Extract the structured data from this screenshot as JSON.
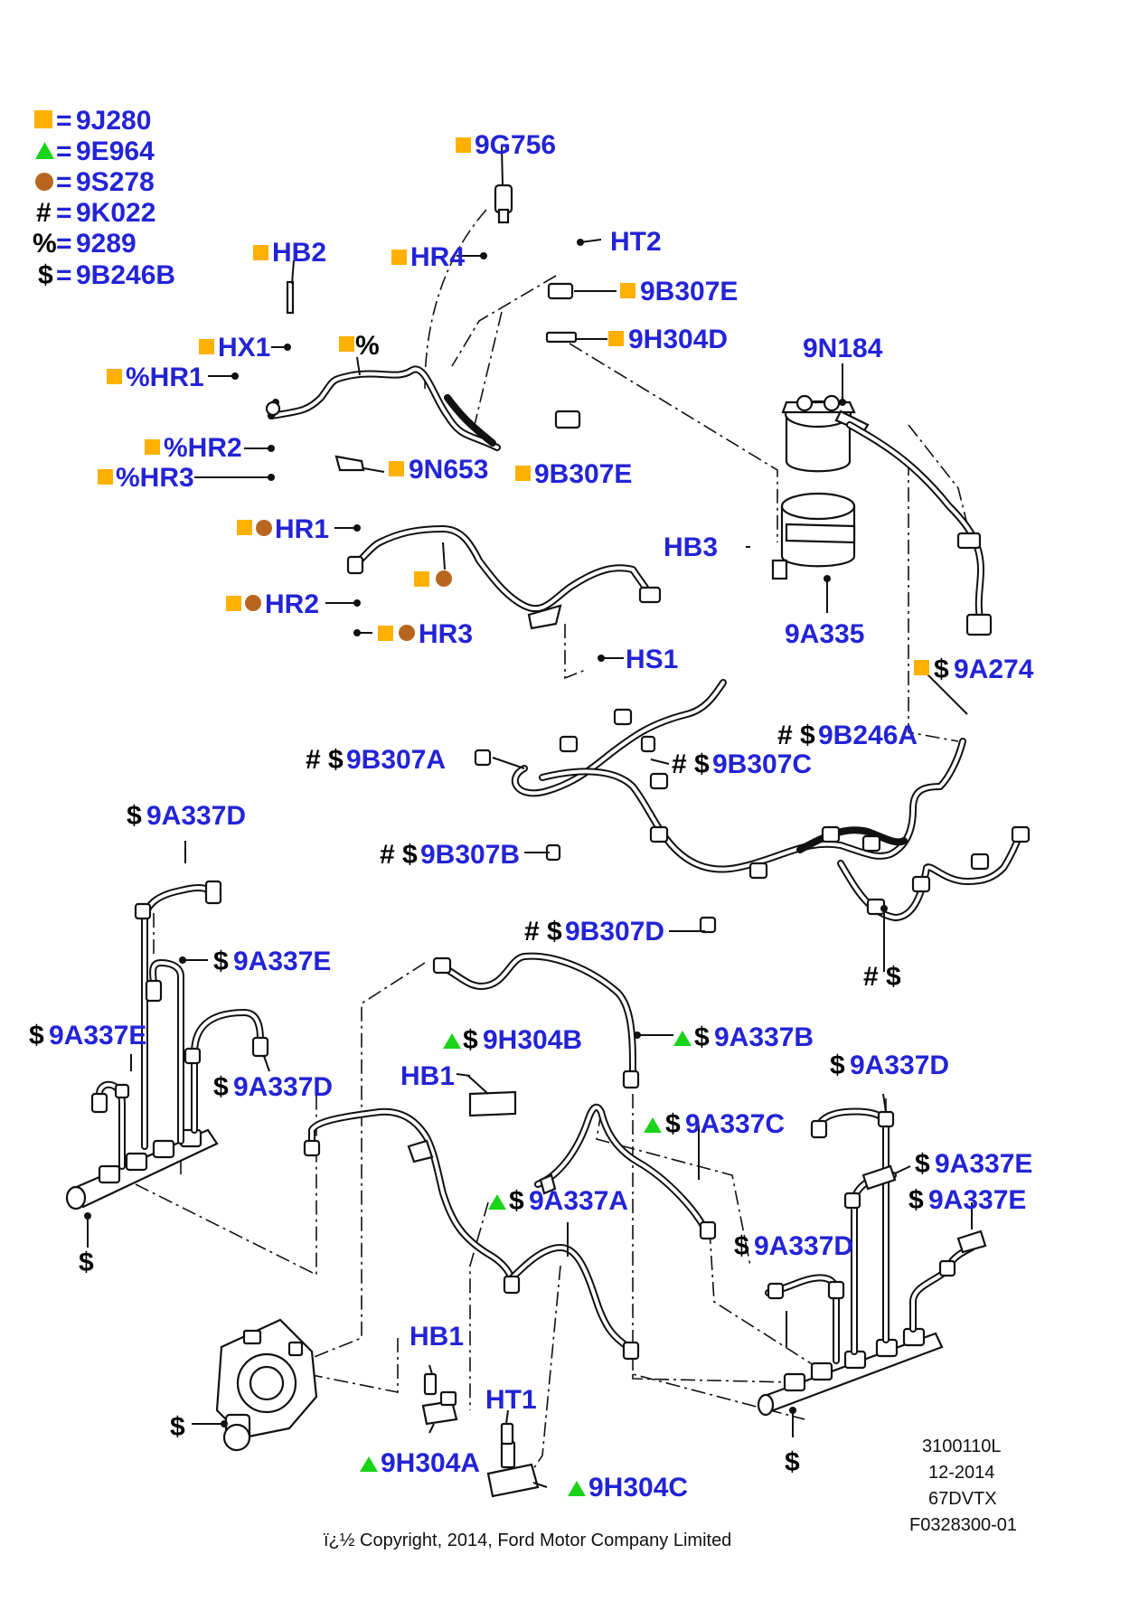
{
  "legend": {
    "items": [
      {
        "symbol": "square",
        "code": "9J280"
      },
      {
        "symbol": "triangle",
        "code": "9E964"
      },
      {
        "symbol": "circle",
        "code": "9S278"
      },
      {
        "symbol": "#",
        "code": "9K022"
      },
      {
        "symbol": "%",
        "code": "9289"
      },
      {
        "symbol": "$",
        "code": "9B246B"
      }
    ],
    "equals": "="
  },
  "colors": {
    "square": "#ffb000",
    "triangle": "#19d419",
    "circle": "#b8661f",
    "label": "#2323d6"
  },
  "labels": {
    "g756": "9G756",
    "hb2": "HB2",
    "hr4": "HR4",
    "ht2": "HT2",
    "b307e_top": "9B307E",
    "h304d": "9H304D",
    "hx1": "HX1",
    "pct": "%",
    "hr1": "%HR1",
    "hr2": "%HR2",
    "hr3": "%HR3",
    "n653": "9N653",
    "b307e_mid": "9B307E",
    "n184": "9N184",
    "hb3": "HB3",
    "c_hr1": "HR1",
    "c_hr2": "HR2",
    "c_hr3": "HR3",
    "a335": "9A335",
    "hs1": "HS1",
    "a274_sym": "$",
    "a274": "9A274",
    "b246a_sym": "# $",
    "b246a": "9B246A",
    "b307a_sym": "# $",
    "b307a": "9B307A",
    "b307c_sym": "# $",
    "b307c": "9B307C",
    "b307b_sym": "# $",
    "b307b": "9B307B",
    "b307d_sym": "# $",
    "b307d": "9B307D",
    "hash_dollar": "# $",
    "a337d_1_sym": "$",
    "a337d_1": "9A337D",
    "a337e_1_sym": "$",
    "a337e_1": "9A337E",
    "a337e_2_sym": "$",
    "a337e_2": "9A337E",
    "a337d_2_sym": "$",
    "a337d_2": "9A337D",
    "dollar_left": "$",
    "h304b_sym": "$",
    "h304b": "9H304B",
    "a337b_sym": "$",
    "a337b": "9A337B",
    "hb1_top": "HB1",
    "a337c_sym": "$",
    "a337c": "9A337C",
    "a337a_sym": "$",
    "a337a": "9A337A",
    "a337d_3_sym": "$",
    "a337d_3": "9A337D",
    "a337e_3_sym": "$",
    "a337e_3": "9A337E",
    "a337e_4_sym": "$",
    "a337e_4": "9A337E",
    "a337d_4_sym": "$",
    "a337d_4": "9A337D",
    "hb1_bot": "HB1",
    "ht1": "HT1",
    "h304a": "9H304A",
    "h304c": "9H304C",
    "dollar_pump": "$",
    "dollar_rail_r": "$"
  },
  "doc": {
    "code1": "3100110L",
    "date": "12-2014",
    "model": "67DVTX",
    "figure": "F0328300-01",
    "copyright": "ï¿½ Copyright, 2014, Ford Motor Company Limited"
  }
}
